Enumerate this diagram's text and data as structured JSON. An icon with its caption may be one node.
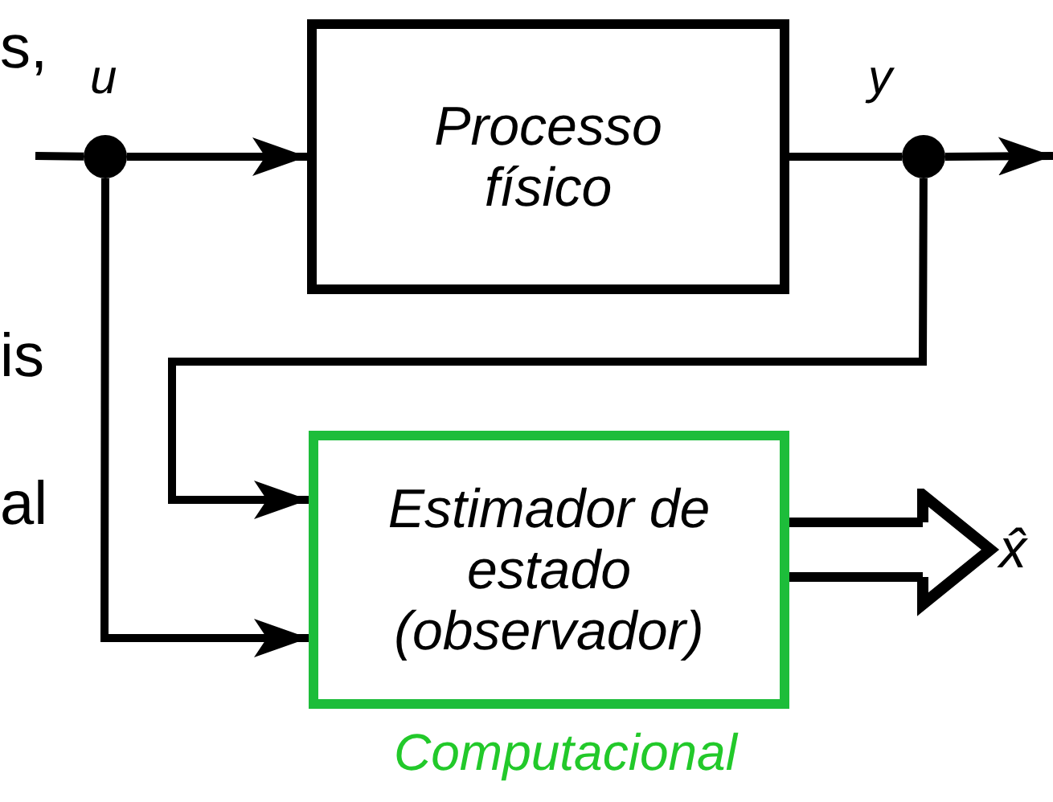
{
  "diagram": {
    "nodes": [
      {
        "text": [
          "Processo físico"
        ]
      },
      {
        "text": [
          "Estimador de estado (observador)"
        ],
        "beside": [
          "Computacional"
        ]
      },
      {
        "text": [],
        "shape": "circle",
        "beside": [
          "u"
        ]
      },
      {
        "text": [],
        "shape": "circle",
        "beside": [
          "y"
        ]
      },
      {
        "text": [
          "x̂"
        ]
      }
    ],
    "edges": [
      {
        "from": null,
        "to": 2,
        "arrow": "none"
      },
      {
        "from": 2,
        "to": 0,
        "arrow": "to"
      },
      {
        "from": 0,
        "to": 3,
        "arrow": "none"
      },
      {
        "from": 3,
        "to": null,
        "arrow": "to"
      },
      {
        "from": 3,
        "to": 1,
        "arrow": "to"
      },
      {
        "from": 2,
        "to": 1,
        "arrow": "to"
      },
      {
        "from": 1,
        "to": 4,
        "arrow": "to",
        "style": "thick"
      }
    ],
    "labels": [
      "s,",
      "is",
      "al"
    ]
  }
}
